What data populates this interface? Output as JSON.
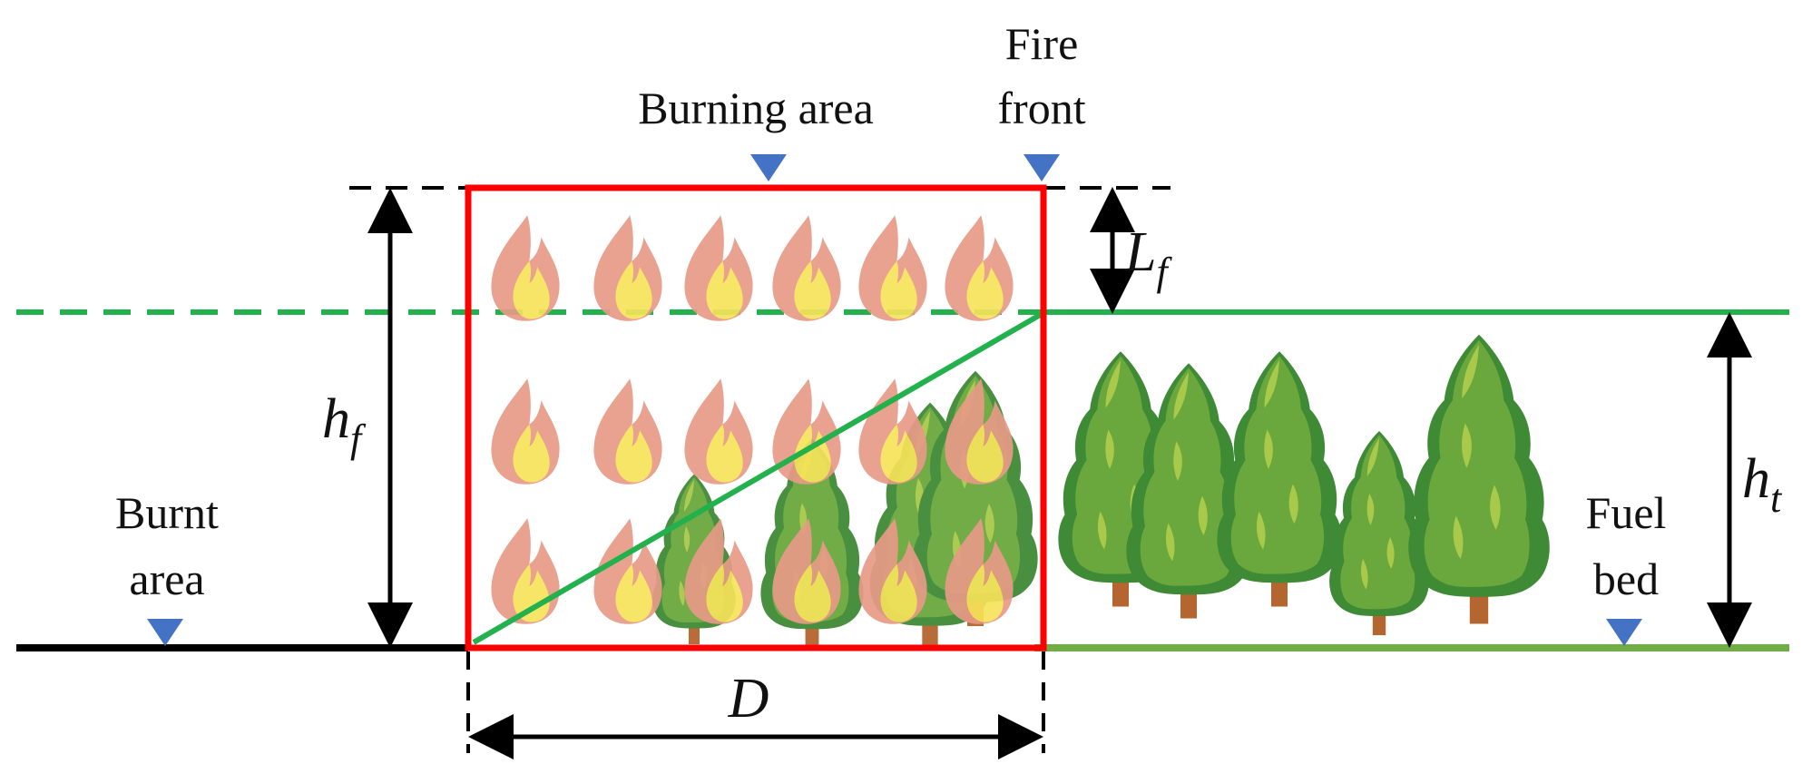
{
  "labels": {
    "burning_area": "Burning area",
    "fire_front_line1": "Fire",
    "fire_front_line2": "front",
    "burnt_area_line1": "Burnt",
    "burnt_area_line2": "area",
    "fuel_bed_line1": "Fuel",
    "fuel_bed_line2": "bed"
  },
  "symbols": {
    "flame_length": {
      "base": "L",
      "sub": "f"
    },
    "flame_height": {
      "base": "h",
      "sub": "f"
    },
    "tree_height": {
      "base": "h",
      "sub": "t"
    },
    "depth": {
      "base": "D"
    }
  },
  "colors": {
    "burning_box": "#ff0000",
    "fuel_top": "#22b14c",
    "fuel_ground": "#70ad47",
    "marker": "#4472c4",
    "dimension": "#000000",
    "flame_outer": "#e89a86",
    "flame_inner": "#f7e35a",
    "tree_dark": "#3f8a35",
    "tree_mid": "#6aa83e",
    "tree_light": "#a9c94a",
    "trunk": "#b5652f"
  }
}
